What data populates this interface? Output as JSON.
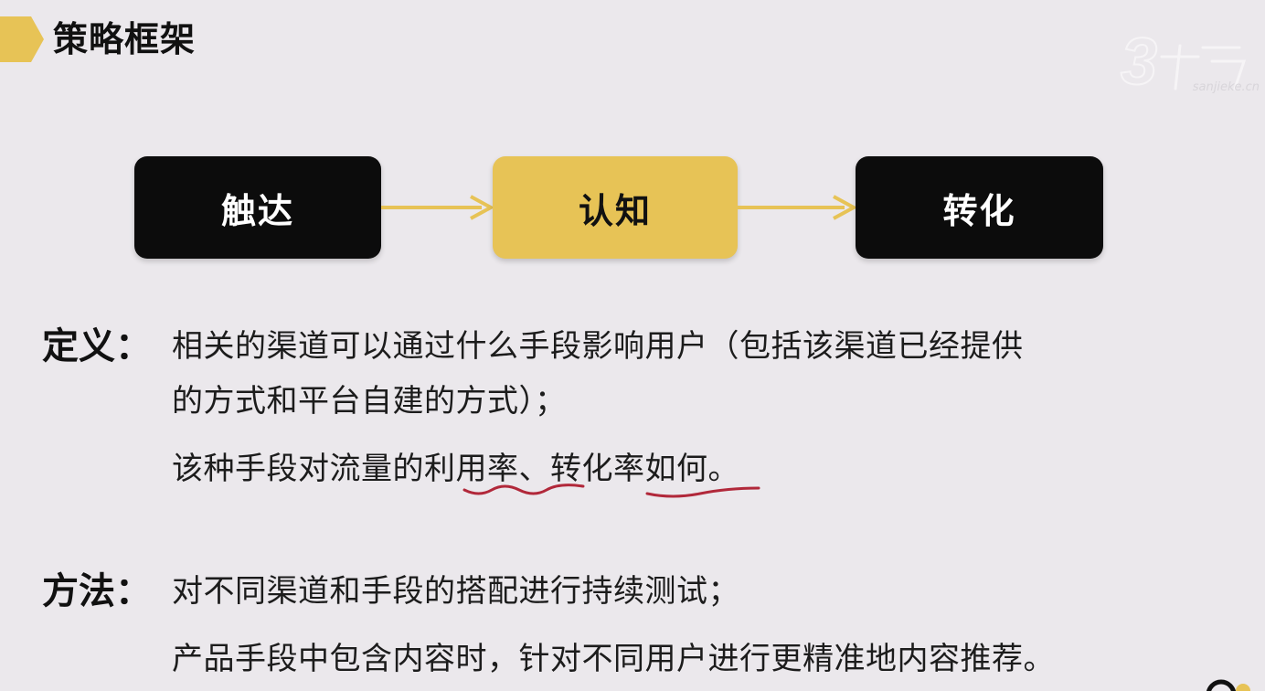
{
  "header": {
    "title": "策略框架",
    "flag_color": "#e7c356"
  },
  "watermark": {
    "text": "sanjieke.cn",
    "icon": "sanjieke-logo-icon"
  },
  "flow": {
    "steps": [
      {
        "label": "触达",
        "style": "dark"
      },
      {
        "label": "认知",
        "style": "gold"
      },
      {
        "label": "转化",
        "style": "dark"
      }
    ],
    "arrow_color": "#e7c356",
    "arrow_icon": "arrow-right-icon"
  },
  "definition": {
    "label": "定义：",
    "lines": [
      "相关的渠道可以通过什么手段影响用户（包括该渠道已经提供",
      "的方式和平台自建的方式）；",
      "该种手段对流量的利用率、转化率如何。"
    ],
    "underline_color": "#b1283a"
  },
  "method": {
    "label": "方法：",
    "lines": [
      "对不同渠道和手段的搭配进行持续测试；",
      "产品手段中包含内容时，针对不同用户进行更精准地内容推荐。"
    ]
  }
}
